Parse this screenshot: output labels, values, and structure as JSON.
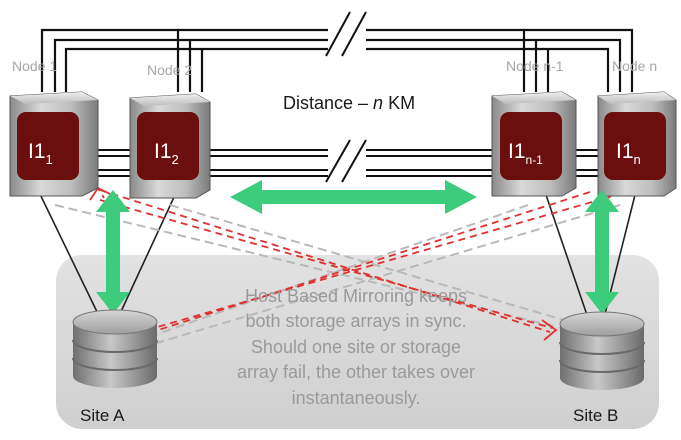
{
  "nodes": [
    {
      "label": "Node 1",
      "instance_main": "I1",
      "instance_sub": "1"
    },
    {
      "label": "Node 2",
      "instance_main": "I1",
      "instance_sub": "2"
    },
    {
      "label": "Node n-1",
      "instance_main": "I1",
      "instance_sub": "n-1"
    },
    {
      "label": "Node n",
      "instance_main": "I1",
      "instance_sub": "n"
    }
  ],
  "distance": {
    "prefix": "Distance – ",
    "var": "n",
    "suffix": " KM"
  },
  "storage_panel": {
    "caption_lines": [
      "Host Based Mirroring keeps",
      "both storage arrays in sync.",
      "Should one site or storage",
      "array fail, the other takes over",
      "instantaneously."
    ]
  },
  "sites": [
    {
      "label": "Site A"
    },
    {
      "label": "Site B"
    }
  ],
  "colors": {
    "instance_fill": "#6b0e0e",
    "green_arrow": "#3dcb7c",
    "red_dash": "#e03030",
    "panel_fill": "#dcdcdc"
  }
}
